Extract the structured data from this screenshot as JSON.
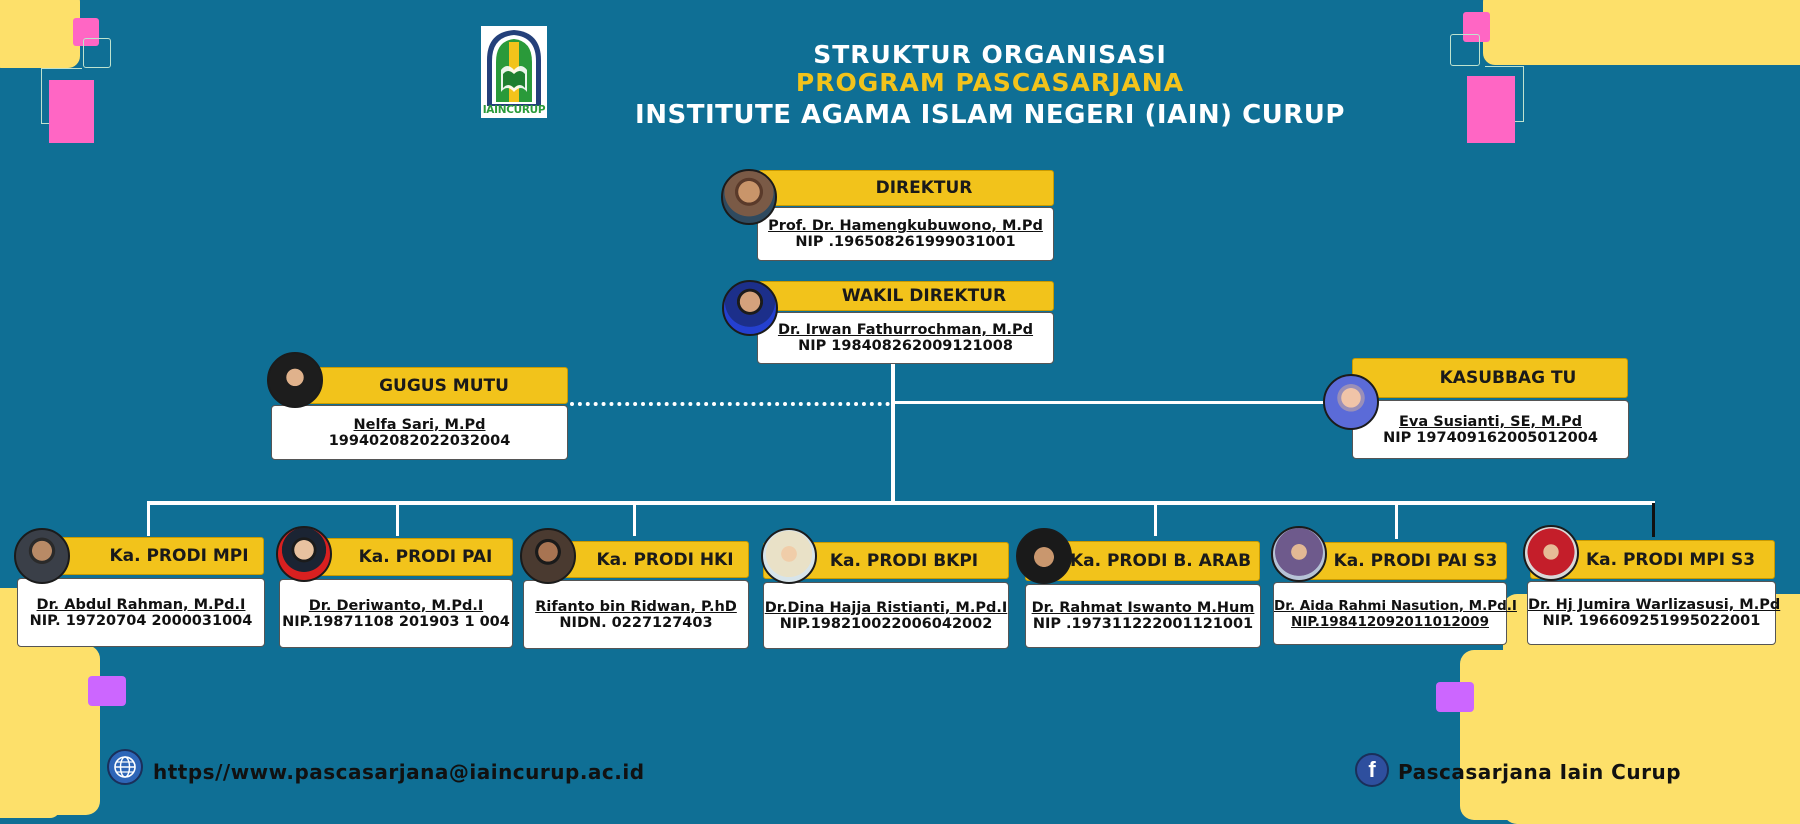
{
  "title": {
    "line1": "STRUKTUR ORGANISASI",
    "line2": "PROGRAM PASCASARJANA",
    "line3": "INSTITUTE AGAMA ISLAM NEGERI (IAIN) CURUP"
  },
  "logo": {
    "caption": "IAINCURUP"
  },
  "direktur": {
    "role": "DIREKTUR",
    "name": "Prof. Dr. Hamengkubuwono, M.Pd",
    "id": "NIP .196508261999031001"
  },
  "wakil": {
    "role": "WAKIL DIREKTUR",
    "name": "Dr. Irwan Fathurrochman, M.Pd",
    "id": "NIP 198408262009121008"
  },
  "gugus": {
    "role": "GUGUS MUTU",
    "name": "Nelfa Sari, M.Pd",
    "id": "199402082022032004"
  },
  "kasubbag": {
    "role": "KASUBBAG TU",
    "name": "Eva Susianti, SE, M.Pd",
    "id": "NIP 197409162005012004"
  },
  "prodi": [
    {
      "role": "Ka. PRODI MPI",
      "name": "Dr. Abdul Rahman, M.Pd.I",
      "id": "NIP. 19720704 2000031004"
    },
    {
      "role": "Ka. PRODI PAI",
      "name": "Dr. Deriwanto, M.Pd.I",
      "id": "NIP.19871108 201903 1 004"
    },
    {
      "role": "Ka. PRODI HKI",
      "name": "Rifanto bin Ridwan, P.hD",
      "id": "NIDN. 0227127403"
    },
    {
      "role": "Ka. PRODI BKPI",
      "name": "Dr.Dina Hajja Ristianti, M.Pd.I",
      "id": "NIP.198210022006042002"
    },
    {
      "role": "Ka. PRODI B. ARAB",
      "name": "Dr. Rahmat Iswanto M.Hum",
      "id": "NIP .197311222001121001"
    },
    {
      "role": "Ka. PRODI PAI S3",
      "name": "Dr. Aida Rahmi Nasution, M.Pd.I",
      "id": "NIP.198412092011012009"
    },
    {
      "role": "Ka. PRODI MPI S3",
      "name": "Dr. Hj Jumira Warlizasusi, M.Pd",
      "id": "NIP. 196609251995022001"
    }
  ],
  "footer": {
    "website": "https//www.pascasarjana@iaincurup.ac.id",
    "facebook": "Pascasarjana Iain Curup"
  },
  "colors": {
    "background": "#0f6f95",
    "accent_yellow": "#f2c31b",
    "deco_yellow": "#fde06a",
    "deco_pink": "#ff66c4",
    "deco_purple": "#cc66ff"
  },
  "icons": {
    "website": "globe-icon",
    "facebook": "facebook-icon"
  }
}
